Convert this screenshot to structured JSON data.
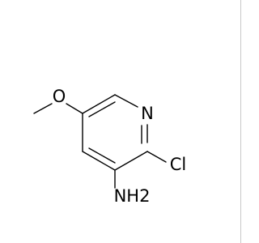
{
  "molecule": {
    "atoms": {
      "nitrogen": "N",
      "chlorine": "Cl",
      "oxygen": "O",
      "amine": "NH2"
    }
  },
  "colors": {
    "bond": "#000000",
    "label": "#000000",
    "background": "#ffffff",
    "right_border": "#c8c8c8"
  }
}
